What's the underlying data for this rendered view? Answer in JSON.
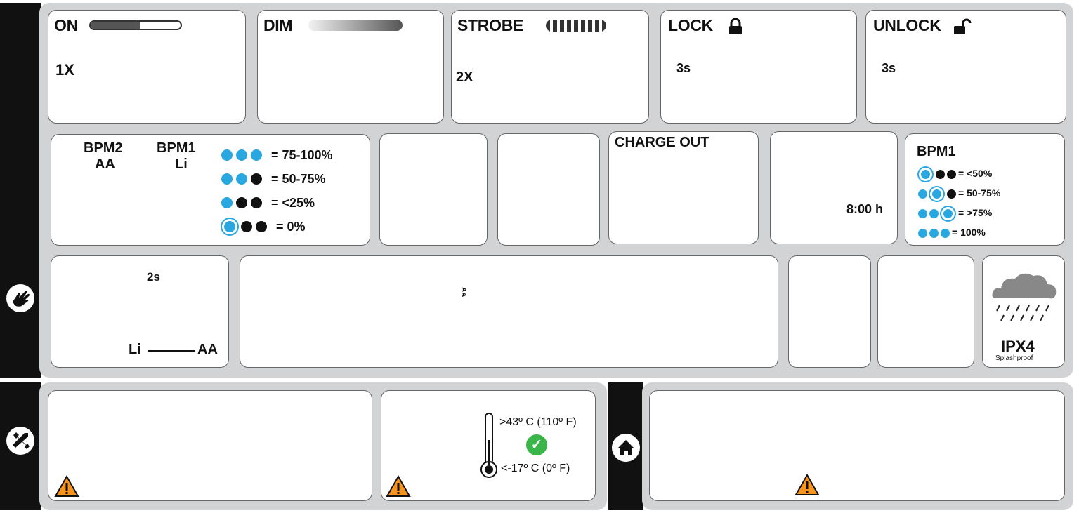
{
  "sections": {
    "operation_icon": "hand-icon",
    "maintenance_icon": "wrench-icon",
    "storage_icon": "home-icon"
  },
  "modes": [
    {
      "label": "ON",
      "step": "1X"
    },
    {
      "label": "DIM",
      "step": ""
    },
    {
      "label": "STROBE",
      "step": "2X"
    },
    {
      "label": "LOCK",
      "step": "3s"
    },
    {
      "label": "UNLOCK",
      "step": "3s"
    }
  ],
  "battery": {
    "bpm2_name": "BPM2",
    "bpm2_type": "AA",
    "bpm1_name": "BPM1",
    "bpm1_type": "Li",
    "levels": [
      {
        "dots": "bbb",
        "label": "= 75-100%"
      },
      {
        "dots": "bbk",
        "label": "= 50-75%"
      },
      {
        "dots": "bkk",
        "label": "= <25%"
      },
      {
        "dots": "skk",
        "label": "= 0%"
      }
    ]
  },
  "charge_out": {
    "title": "CHARGE OUT"
  },
  "charging": {
    "time": "8:00 h"
  },
  "bpm1_charge": {
    "title": "BPM1",
    "levels": [
      {
        "dots": "skk",
        "label": "= <50%"
      },
      {
        "dots": "bsk",
        "label": "= 50-75%"
      },
      {
        "dots": "bbs",
        "label": "= >75%"
      },
      {
        "dots": "bbb",
        "label": "= 100%"
      }
    ]
  },
  "switch": {
    "hold": "2s",
    "left": "Li",
    "right": "AA"
  },
  "battery_install": {
    "cell_label": "AA"
  },
  "rating": {
    "code": "IPX4",
    "label": "Splashproof"
  },
  "temperature": {
    "max": ">43º C (110º F)",
    "min": "<-17º C (0º F)"
  },
  "colors": {
    "accent_blue": "#29a7e1",
    "warning_orange": "#f7941d",
    "ok_green": "#39b54a",
    "region_grey": "#d2d3d5"
  }
}
